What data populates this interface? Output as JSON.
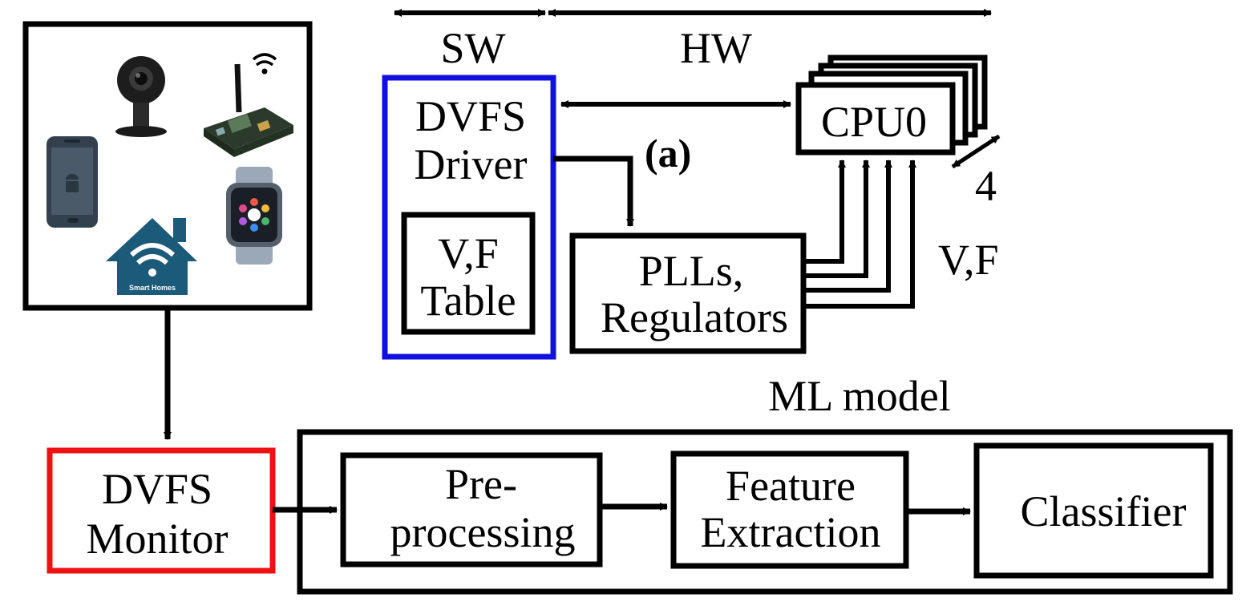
{
  "labels": {
    "sw": "SW",
    "hw": "HW",
    "dvfs_driver_line1": "DVFS",
    "dvfs_driver_line2": "Driver",
    "vf_table_line1": "V,F",
    "vf_table_line2": "Table",
    "annotation_a": "(a)",
    "cpu0": "CPU0",
    "cpu_count": "4",
    "vf_signal": "V,F",
    "pll_line1": "PLLs,",
    "pll_line2": "Regulators",
    "ml_model_title": "ML model",
    "dvfs_monitor_line1": "DVFS",
    "dvfs_monitor_line2": "Monitor",
    "preproc_line1": "Pre-",
    "preproc_line2": "processing",
    "feature_line1": "Feature",
    "feature_line2": "Extraction",
    "classifier": "Classifier",
    "smart_homes_badge": "Smart Homes"
  },
  "devices_panel": {
    "icons": [
      "security-camera-icon",
      "iot-board-icon",
      "wifi-icon",
      "smartphone-icon",
      "smart-home-icon",
      "smartwatch-icon"
    ]
  },
  "colors": {
    "dvfs_driver_border": "#1010e0",
    "dvfs_monitor_border": "#ee1111",
    "line": "#000000",
    "smart_home": "#1b5a78",
    "phone": "#2f3f4c",
    "watch_band": "#9aa8b8"
  }
}
